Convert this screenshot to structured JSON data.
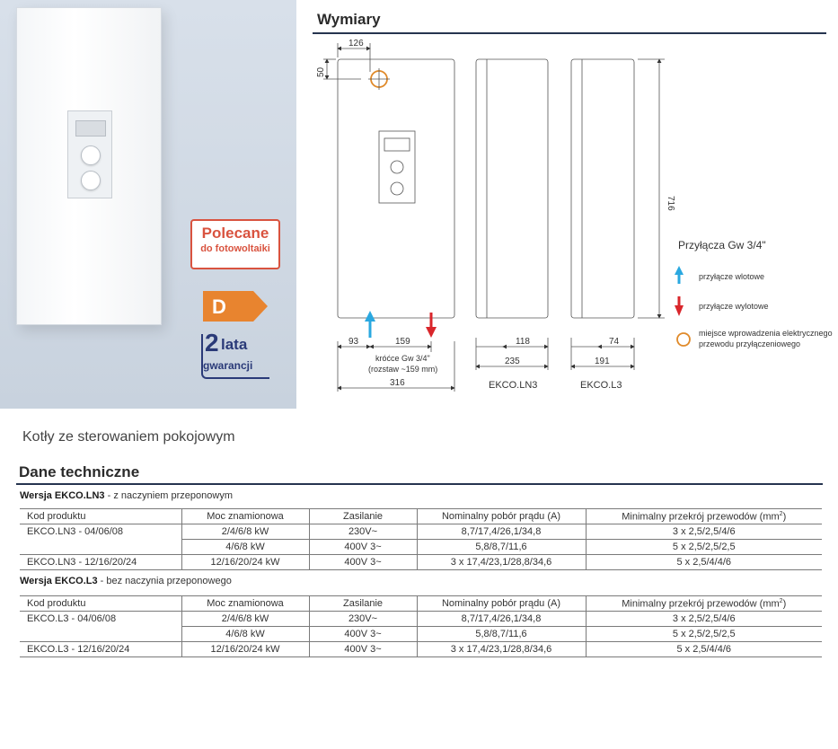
{
  "dimensions": {
    "title": "Wymiary",
    "labels": {
      "top_width": "126",
      "top_height": "50",
      "height": "716",
      "offset_left": "93",
      "pipe_spacing": "159",
      "pipe_note_1": "króćce Gw 3/4\"",
      "pipe_note_2": "(rozstaw ~159 mm)",
      "total_width": "316",
      "ln3_inner": "118",
      "ln3_depth": "235",
      "l3_inner": "74",
      "l3_depth": "191",
      "ln3_name": "EKCO.LN3",
      "l3_name": "EKCO.L3"
    },
    "legend": {
      "title": "Przyłącza  Gw 3/4\"",
      "inlet": "przyłącze wlotowe",
      "outlet": "przyłącze wylotowe",
      "cable_1": "miejsce wprowadzenia elektrycznego",
      "cable_2": "przewodu przyłączeniowego"
    },
    "colors": {
      "inlet": "#2aa8e0",
      "outlet": "#d9262b",
      "cable": "#e08a2a"
    }
  },
  "badges": {
    "polecane_1": "Polecane",
    "polecane_2": "do fotowoltaiki",
    "energy_class": "D",
    "warranty_num": "2",
    "warranty_word": "lata",
    "warranty_sub": "gwarancji"
  },
  "subtitle": "Kotły ze sterowaniem pokojowym",
  "tech": {
    "title": "Dane techniczne",
    "headers": [
      "Kod produktu",
      "Moc znamionowa",
      "Zasilanie",
      "Nominalny pobór prądu (A)",
      "Minimalny przekrój przewodów (mm",
      "2",
      ")"
    ],
    "versions": [
      {
        "name": "Wersja EKCO.LN3",
        "desc": " - z naczyniem przeponowym",
        "rows": [
          {
            "code": "EKCO.LN3 - 04/06/08",
            "power": "2/4/6/8 kW",
            "supply": "230V~",
            "current": "8,7/17,4/26,1/34,8",
            "section": "3 x 2,5/2,5/4/6"
          },
          {
            "code": "",
            "power": "4/6/8 kW",
            "supply": "400V 3~",
            "current": "5,8/8,7/11,6",
            "section": "5 x 2,5/2,5/2,5"
          },
          {
            "code": "EKCO.LN3 - 12/16/20/24",
            "power": "12/16/20/24 kW",
            "supply": "400V 3~",
            "current": "3 x 17,4/23,1/28,8/34,6",
            "section": "5 x 2,5/4/4/6"
          }
        ]
      },
      {
        "name": "Wersja EKCO.L3",
        "desc": " - bez naczynia przeponowego",
        "rows": [
          {
            "code": "EKCO.L3 - 04/06/08",
            "power": "2/4/6/8 kW",
            "supply": "230V~",
            "current": "8,7/17,4/26,1/34,8",
            "section": "3 x 2,5/2,5/4/6"
          },
          {
            "code": "",
            "power": "4/6/8 kW",
            "supply": "400V 3~",
            "current": "5,8/8,7/11,6",
            "section": "5 x 2,5/2,5/2,5"
          },
          {
            "code": "EKCO.L3 - 12/16/20/24",
            "power": "12/16/20/24 kW",
            "supply": "400V 3~",
            "current": "3 x 17,4/23,1/28,8/34,6",
            "section": "5 x 2,5/4/4/6"
          }
        ]
      }
    ]
  }
}
